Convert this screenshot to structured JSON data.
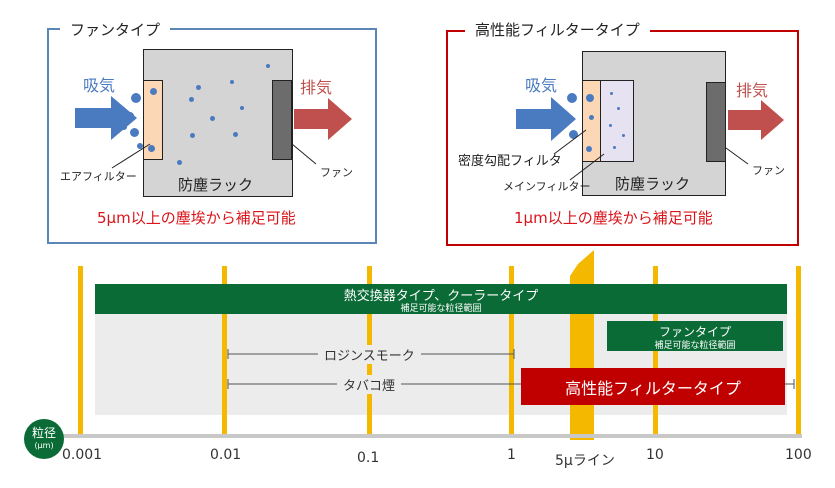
{
  "fan_panel": {
    "title": "ファンタイプ",
    "intake": "吸気",
    "exhaust": "排気",
    "filter_label": "エアフィルター",
    "fan_label": "ファン",
    "rack_label": "防塵ラック",
    "caption": "5μm以上の塵埃から補足可能"
  },
  "hp_panel": {
    "title": "高性能フィルタータイプ",
    "intake": "吸気",
    "exhaust": "排気",
    "gradient_filter_label": "密度勾配フィルタ",
    "main_filter_label": "メインフィルター",
    "fan_label": "ファン",
    "rack_label": "防塵ラック",
    "caption": "1μm以上の塵埃から補足可能"
  },
  "scale": {
    "green_bar_title": "熱交換器タイプ、クーラータイプ",
    "green_bar_sub": "補足可能な粒径範囲",
    "fan_box_title": "ファンタイプ",
    "fan_box_sub": "補足可能な粒径範囲",
    "hp_label": "高性能フィルタータイプ",
    "rosin_label": "ロジンスモーク",
    "tobacco_label": "タバコ煙",
    "axis_badge": "粒径",
    "axis_badge_unit": "(μm)",
    "ticks": [
      "0.001",
      "0.01",
      "0.1",
      "1",
      "5μライン",
      "10",
      "100"
    ]
  },
  "colors": {
    "blue_accent": "#4a7ac0",
    "red_accent": "#c0392b",
    "green_bar": "#0b6b36",
    "hp_box": "#c00000",
    "gold_line": "#f5b800"
  }
}
